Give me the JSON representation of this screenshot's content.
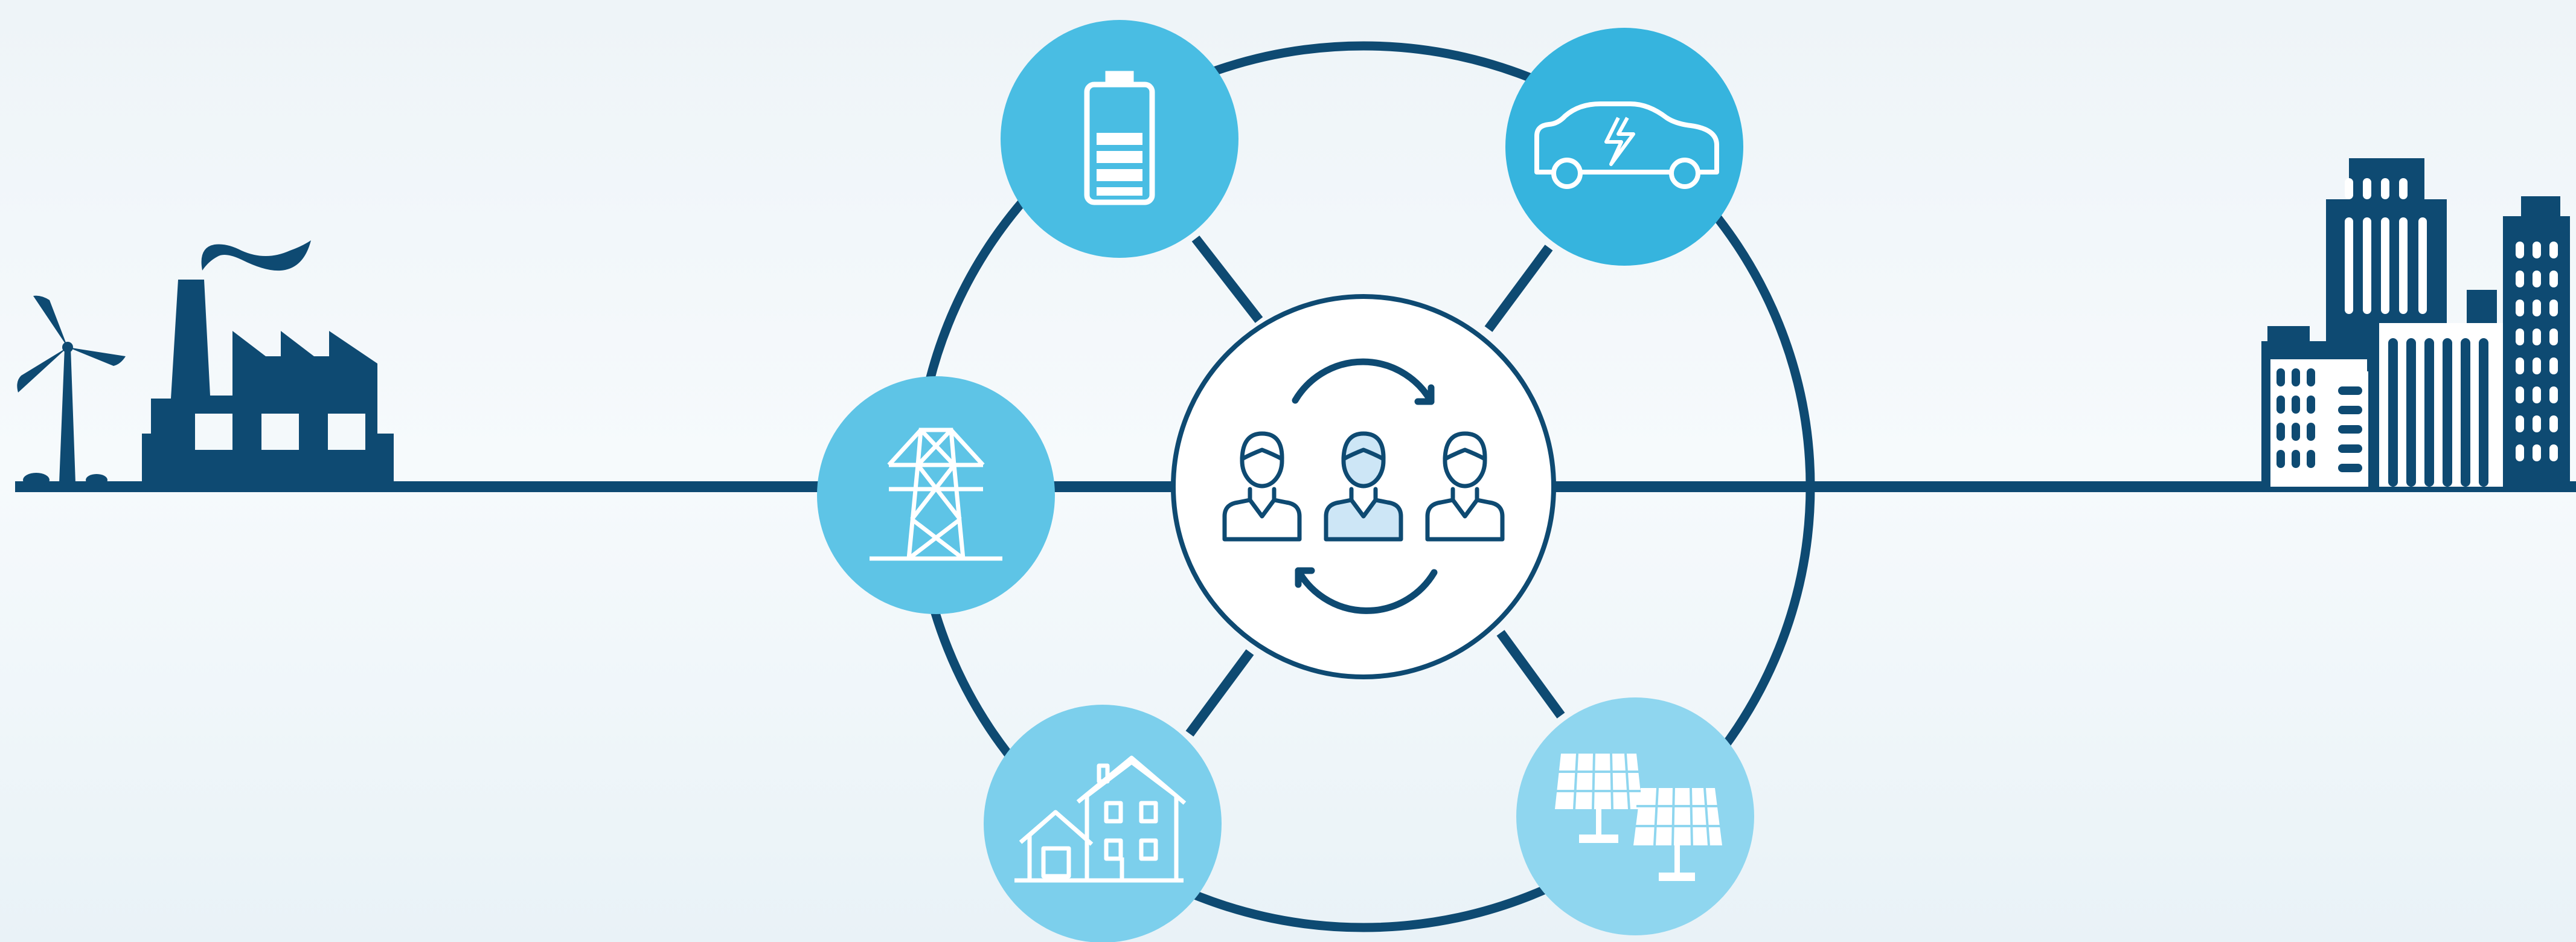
{
  "colors": {
    "navy": "#0e4a72",
    "node_battery": "#49bde3",
    "node_ev": "#36b4de",
    "node_pylon": "#5ec4e6",
    "node_house": "#7ccfec",
    "node_solar": "#8fd6ef",
    "center_person_fill": "#cde6f6",
    "background": "#f2f8fb"
  },
  "nodes": [
    {
      "id": "battery",
      "icon": "battery-icon"
    },
    {
      "id": "electric-car",
      "icon": "electric-car-icon"
    },
    {
      "id": "power-pylon",
      "icon": "power-pylon-icon"
    },
    {
      "id": "houses",
      "icon": "houses-icon"
    },
    {
      "id": "solar-panels",
      "icon": "solar-panels-icon"
    }
  ],
  "center": {
    "icon": "community-people-icon",
    "cycle": "exchange-arrows-icon"
  },
  "left_scene": {
    "icons": [
      "wind-turbine-icon",
      "factory-icon"
    ]
  },
  "right_scene": {
    "icons": [
      "city-buildings-icon"
    ]
  }
}
